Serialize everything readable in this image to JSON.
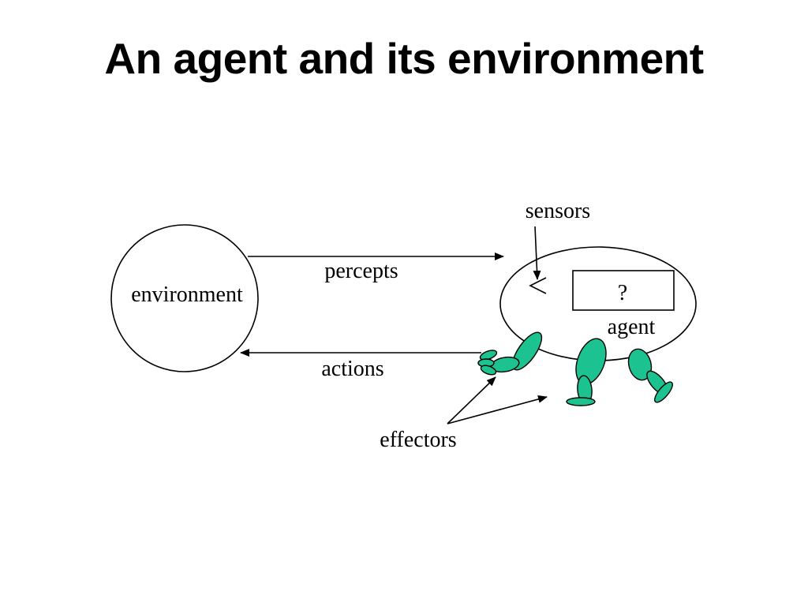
{
  "slide": {
    "title": "An agent and its environment"
  },
  "diagram": {
    "environment_label": "environment",
    "percepts_label": "percepts",
    "actions_label": "actions",
    "sensors_label": "sensors",
    "effectors_label": "effectors",
    "agent_label": "agent",
    "agent_box_label": "?"
  },
  "colors": {
    "limb_fill": "#1cc290",
    "stroke": "#000000"
  }
}
